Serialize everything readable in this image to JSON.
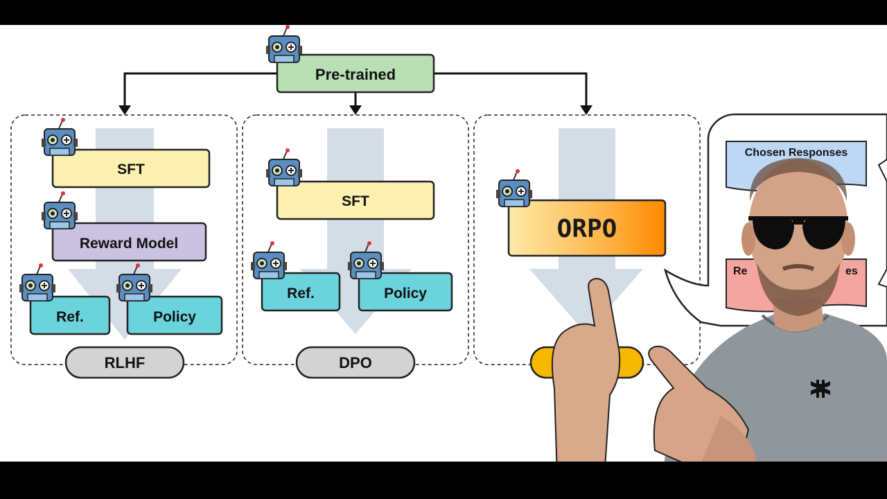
{
  "pretrained": {
    "label": "Pre-trained",
    "color": "#b9e0b4"
  },
  "panels": {
    "rlhf": {
      "name": "RLHF",
      "sft": "SFT",
      "reward_model": "Reward Model",
      "ref": "Ref.",
      "policy": "Policy"
    },
    "dpo": {
      "name": "DPO",
      "sft": "SFT",
      "ref": "Ref.",
      "policy": "Policy"
    },
    "orpo": {
      "label": "ORPO"
    }
  },
  "speech": {
    "chosen": "Chosen Responses",
    "rejected_partial_left": "Re",
    "rejected_partial_right": "es"
  },
  "colors": {
    "sft": "#fbf0b0",
    "reward": "#c9c2e0",
    "ref_policy": "#6ad3dc",
    "pill": "#d3d3d3",
    "orpo_start": "#fde2a0",
    "orpo_end": "#ff8c00",
    "flow_arrow": "#d4dde6",
    "chosen": "#bcd8f5",
    "rejected": "#f4a5a0",
    "robot_body": "#5b8ec0"
  },
  "icons": [
    "robot-icon",
    "under-armour-logo-icon"
  ]
}
